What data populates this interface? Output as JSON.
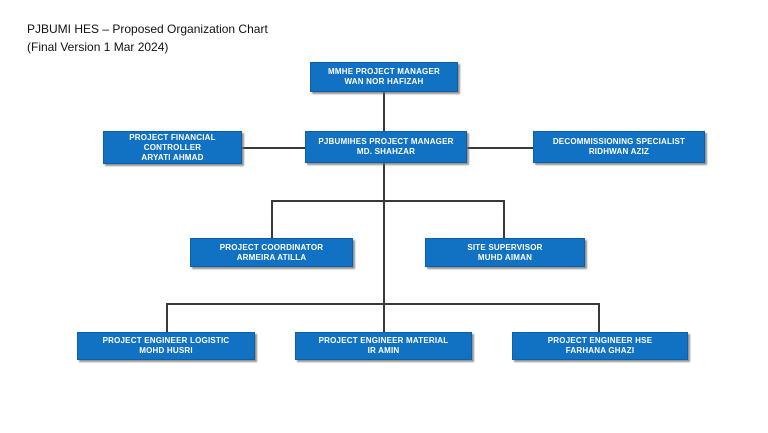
{
  "page": {
    "title_line1": "PJBUMI HES – Proposed Organization Chart",
    "title_line2": "(Final Version 1 Mar 2024)"
  },
  "colors": {
    "background": "#FFFFFF",
    "box_fill": "#1172C4",
    "box_border": "#0D5FA8",
    "box_text": "#FFFFFF",
    "connector": "#3A3A3A"
  },
  "org_chart": {
    "nodes": {
      "mmhe": {
        "role": "MMHE PROJECT MANAGER",
        "person": "WAN NOR HAFIZAH",
        "reports_to": null
      },
      "pjbumihes": {
        "role": "PJBUMIHES PROJECT MANAGER",
        "person": "MD. SHAHZAR",
        "reports_to": "mmhe"
      },
      "financial": {
        "role": "PROJECT FINANCIAL",
        "role2": "CONTROLLER",
        "person": "ARYATI AHMAD",
        "reports_to": "pjbumihes"
      },
      "decommissioning": {
        "role": "DECOMMISSIONING SPECIALIST",
        "person": "RIDHWAN AZIZ",
        "reports_to": "pjbumihes"
      },
      "coordinator": {
        "role": "PROJECT COORDINATOR",
        "person": "ARMEIRA ATILLA",
        "reports_to": "pjbumihes"
      },
      "site_supervisor": {
        "role": "SITE SUPERVISOR",
        "person": "MUHD AIMAN",
        "reports_to": "pjbumihes"
      },
      "engineer_logistic": {
        "role": "PROJECT ENGINEER LOGISTIC",
        "person": "MOHD HUSRI",
        "reports_to": "pjbumihes"
      },
      "engineer_material": {
        "role": "PROJECT ENGINEER MATERIAL",
        "person": "IR AMIN",
        "reports_to": "pjbumihes"
      },
      "engineer_hse": {
        "role": "PROJECT ENGINEER HSE",
        "person": "FARHANA GHAZI",
        "reports_to": "pjbumihes"
      }
    }
  }
}
